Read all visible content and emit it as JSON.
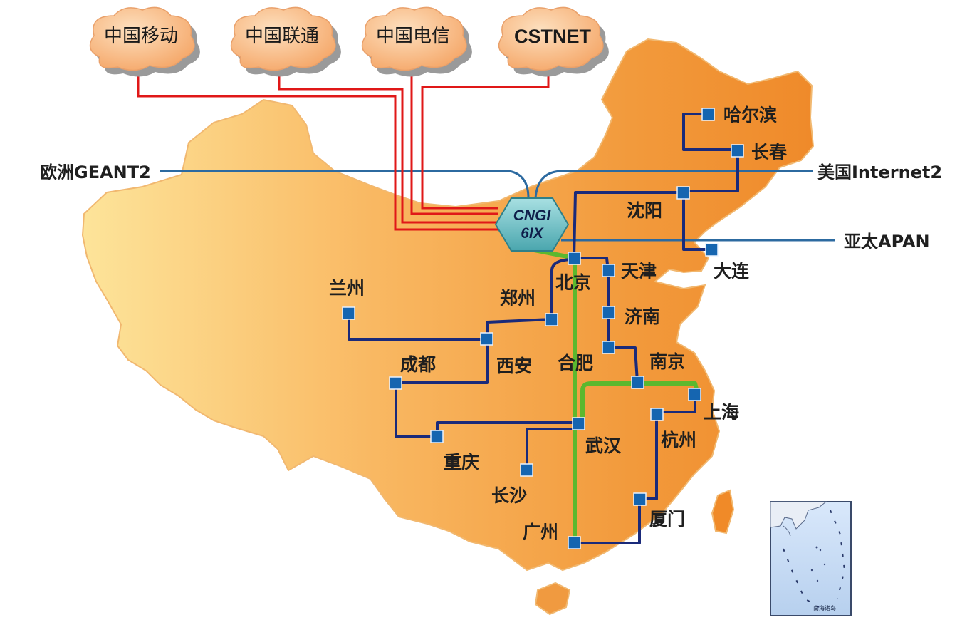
{
  "clouds": [
    {
      "id": "china-mobile",
      "label": "中国移动"
    },
    {
      "id": "china-unicom",
      "label": "中国联通"
    },
    {
      "id": "china-telecom",
      "label": "中国电信"
    },
    {
      "id": "cstnet",
      "label": "CSTNET"
    }
  ],
  "hub": {
    "line1": "CNGI",
    "line2": "6IX"
  },
  "international_links": {
    "europe": "欧洲GEANT2",
    "usa": "美国Internet2",
    "apac": "亚太APAN"
  },
  "cities": {
    "harbin": "哈尔滨",
    "changchun": "长春",
    "shenyang": "沈阳",
    "dalian": "大连",
    "beijing": "北京",
    "tianjin": "天津",
    "jinan": "济南",
    "nanjing": "南京",
    "shanghai": "上海",
    "hangzhou": "杭州",
    "xiamen": "厦门",
    "guangzhou": "广州",
    "wuhan": "武汉",
    "changsha": "长沙",
    "chongqing": "重庆",
    "chengdu": "成都",
    "xian": "西安",
    "zhengzhou": "郑州",
    "lanzhou": "兰州",
    "hefei": "合肥"
  },
  "inset": {
    "label": "南海诸岛"
  },
  "colors": {
    "map_fill_west": "#fcd27a",
    "map_fill_east": "#f08a28",
    "backbone_blue": "#1a2a7a",
    "international_line": "#2c6aa0",
    "carrier_red": "#e01818",
    "trunk_green": "#5cb82e",
    "cloud_fill": "#f9c089",
    "cloud_shadow": "#9a9a9a",
    "node_blue": "#1565b0",
    "hub_fill": "#78c4c8"
  }
}
